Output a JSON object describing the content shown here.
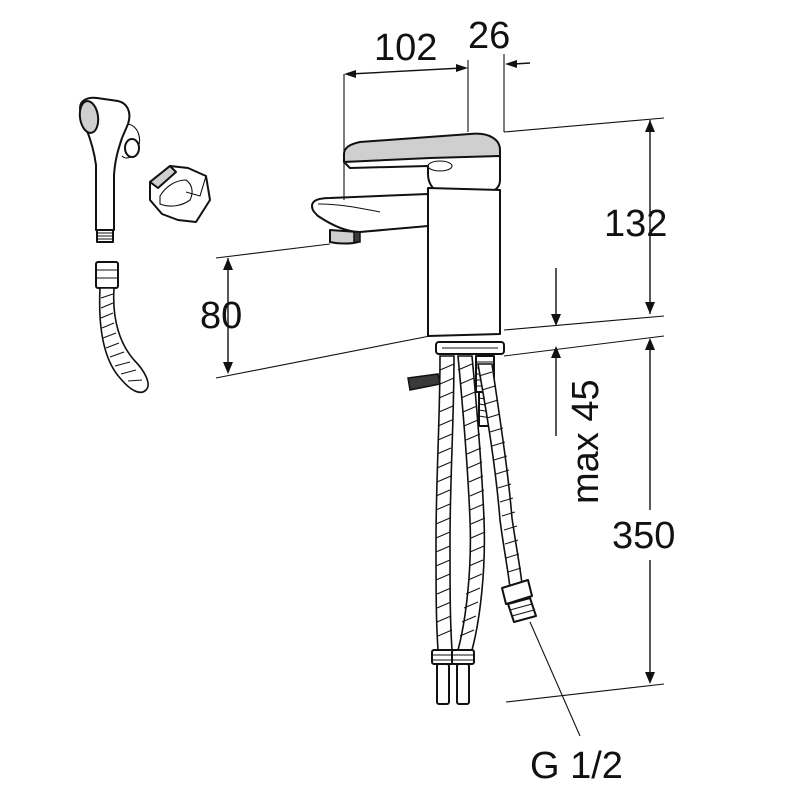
{
  "dimensions": {
    "spout_reach": "102",
    "body_offset": "26",
    "height_above_deck": "132",
    "spout_height": "80",
    "max_deck_thickness": "max 45",
    "hose_length": "350",
    "connection_thread": "G 1/2"
  }
}
